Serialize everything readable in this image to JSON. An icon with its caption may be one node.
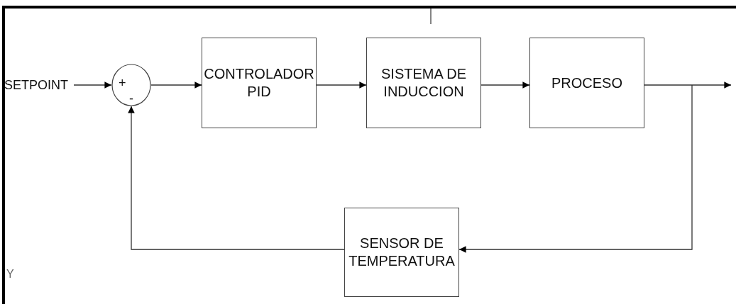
{
  "diagram": {
    "nodes": [
      {
        "text": [
          "SETPOINT"
        ]
      },
      {
        "text": [
          "+",
          "-"
        ]
      },
      {
        "text": [
          "CONTROLADOR PID"
        ]
      },
      {
        "text": [
          "SISTEMA DE INDUCCION"
        ]
      },
      {
        "text": [
          "PROCESO"
        ]
      },
      {
        "text": [
          "SENSOR DE TEMPERATURA"
        ]
      }
    ],
    "edges": [
      {
        "from": 0,
        "to": 1,
        "arrow": "to"
      },
      {
        "from": 1,
        "to": 2,
        "arrow": "to"
      },
      {
        "from": 2,
        "to": 3,
        "arrow": "to"
      },
      {
        "from": 3,
        "to": 4,
        "arrow": "to"
      },
      {
        "from": 4,
        "to": null,
        "arrow": "to"
      },
      {
        "from": 4,
        "to": 5,
        "arrow": "to"
      },
      {
        "from": 5,
        "to": 1,
        "arrow": "to"
      }
    ],
    "labels": [
      "Y"
    ]
  }
}
